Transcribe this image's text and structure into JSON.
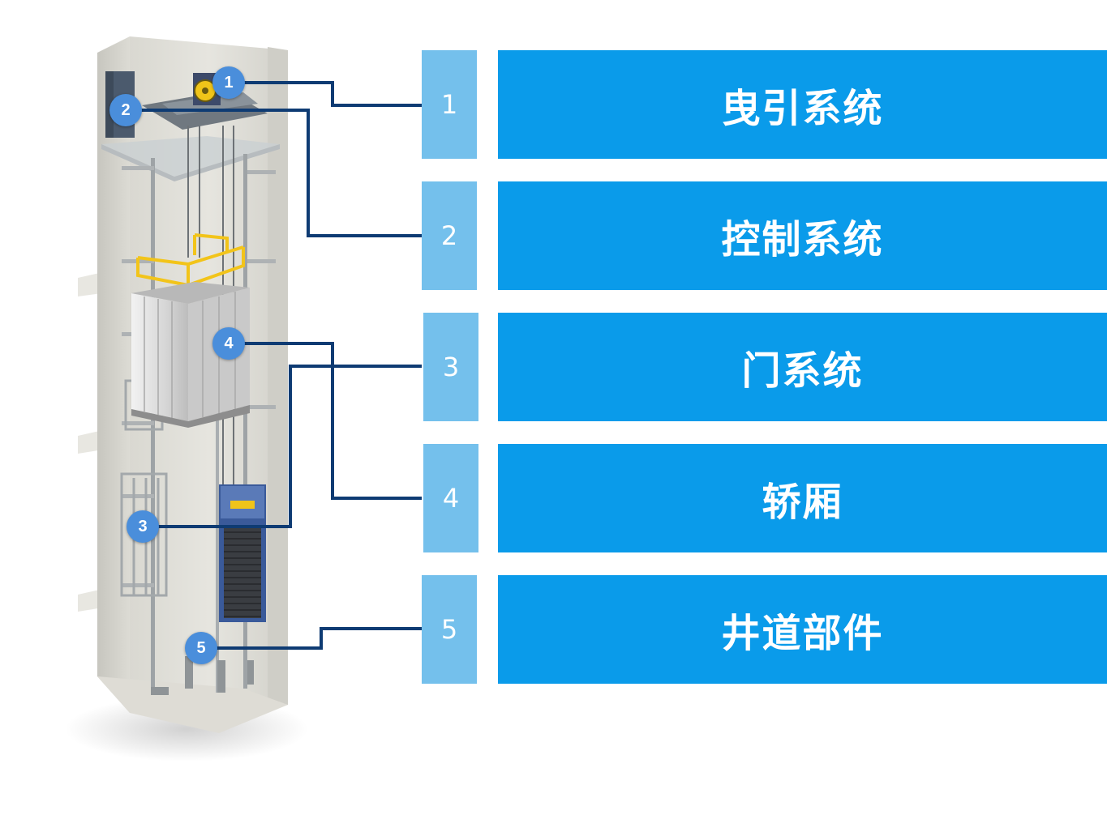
{
  "colors": {
    "number_box": "#74C0EC",
    "label_box": "#0A9BEA",
    "marker": "#4A8EDB",
    "leader_line": "#0E3B73"
  },
  "callouts": [
    {
      "number": "1",
      "label": "曳引系统"
    },
    {
      "number": "2",
      "label": "控制系统"
    },
    {
      "number": "3",
      "label": "门系统"
    },
    {
      "number": "4",
      "label": "轿厢"
    },
    {
      "number": "5",
      "label": "井道部件"
    }
  ],
  "markers": [
    "1",
    "2",
    "3",
    "4",
    "5"
  ]
}
